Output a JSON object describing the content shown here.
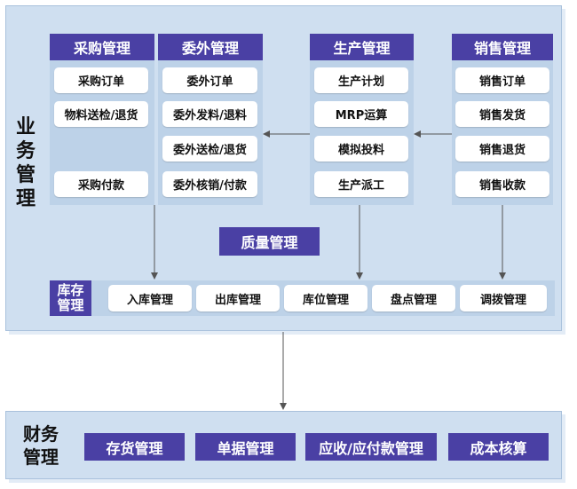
{
  "business": {
    "label": "业务管理",
    "columns": {
      "purchase": {
        "title": "采购管理",
        "items": [
          "采购订单",
          "物料送检/退货",
          "采购付款"
        ]
      },
      "outsource": {
        "title": "委外管理",
        "items": [
          "委外订单",
          "委外发料/退料",
          "委外送检/退货",
          "委外核销/付款"
        ]
      },
      "production": {
        "title": "生产管理",
        "items": [
          "生产计划",
          "MRP运算",
          "模拟投料",
          "生产派工"
        ]
      },
      "sales": {
        "title": "销售管理",
        "items": [
          "销售订单",
          "销售发货",
          "销售退货",
          "销售收款"
        ]
      }
    },
    "quality": "质量管理",
    "inventory": {
      "label": "库存管理",
      "items": [
        "入库管理",
        "出库管理",
        "库位管理",
        "盘点管理",
        "调拨管理"
      ]
    }
  },
  "finance": {
    "label": "财务管理",
    "items": [
      "存货管理",
      "单据管理",
      "应收/应付款管理",
      "成本核算"
    ]
  },
  "colors": {
    "header": "#4a40a4",
    "panel": "#cfdff0",
    "inner": "#bdd2e8",
    "arrow": "#555555"
  }
}
